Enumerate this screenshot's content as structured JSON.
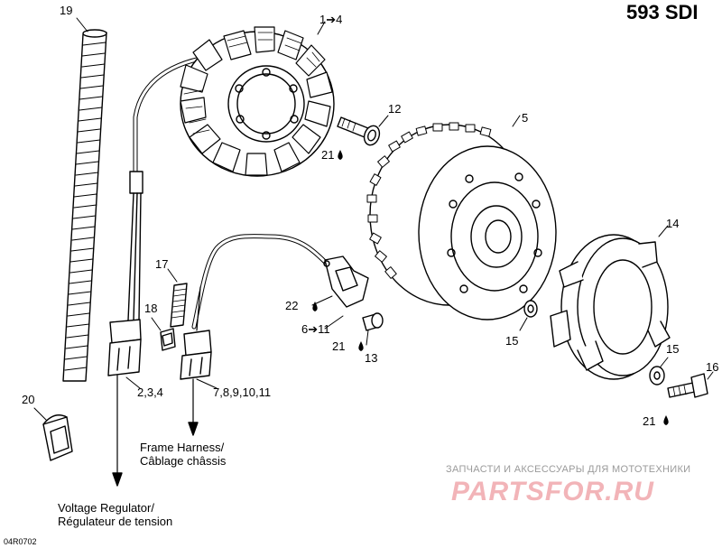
{
  "title": "593 SDI",
  "drawing_code": "04R0702",
  "callouts": {
    "c19": "19",
    "c1_4": "1➔4",
    "c12": "12",
    "c21_a": "21",
    "c5": "5",
    "c14": "14",
    "c17": "17",
    "c18": "18",
    "c22": "22",
    "c6_11": "6➔11",
    "c21_b": "21",
    "c13": "13",
    "c15_a": "15",
    "c15_b": "15",
    "c16": "16",
    "c21_c": "21",
    "c20": "20",
    "c2_4": "2,3,4",
    "c7_11": "7,8,9,10,11"
  },
  "notes": {
    "frame_en": "Frame Harness/",
    "frame_fr": "Câblage châssis",
    "voltage_en": "Voltage Regulator/",
    "voltage_fr": "Régulateur de tension"
  },
  "watermark": {
    "line1": "ЗАПЧАСТИ И АКСЕССУАРЫ ДЛЯ МОТОТЕХНИКИ",
    "line2": "PARTSFOR.RU"
  },
  "icons": [
    "oil-drop-icon",
    "arrow-down-icon"
  ]
}
